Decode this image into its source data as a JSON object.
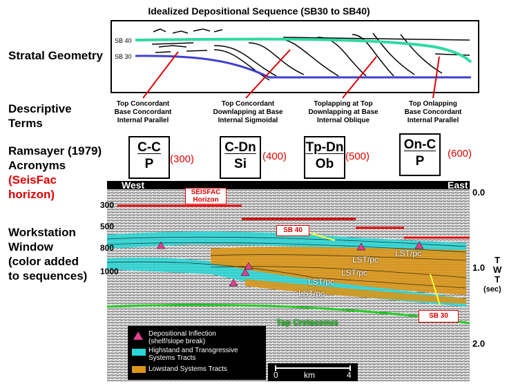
{
  "title": "Idealized Depositional Sequence (SB30 to SB40)",
  "row_labels": {
    "stratal_geometry": "Stratal Geometry",
    "descriptive_line1": "Descriptive",
    "descriptive_line2": "Terms",
    "ramsayer_line1": "Ramsayer (1979)",
    "ramsayer_line2": "Acronyms",
    "seisfac_line1": "(SeisFac",
    "seisfac_line2": "horizon)",
    "workstation_line1": "Workstation",
    "workstation_line2": "Window",
    "workstation_line3": "(color added",
    "workstation_line4": "to sequences)"
  },
  "diagram": {
    "sb40_label": "SB 40",
    "sb30_label": "SB 30"
  },
  "terms": [
    {
      "line1": "Top Concordant",
      "line2": "Base Concordant",
      "line3": "Internal Parallel"
    },
    {
      "line1": "Top Concordant",
      "line2": "Downlapping at Base",
      "line3": "Internal Sigmoidal"
    },
    {
      "line1": "Toplapping at Top",
      "line2": "Downlapping at Base",
      "line3": "Internal Oblique"
    },
    {
      "line1": "Top Onlapping",
      "line2": "Base Concordant",
      "line3": "Internal Parallel"
    }
  ],
  "acronyms": [
    {
      "top": "C-C",
      "bottom": "P",
      "horizon": "(300)"
    },
    {
      "top": "C-Dn",
      "bottom": "Si",
      "horizon": "(400)"
    },
    {
      "top": "Tp-Dn",
      "bottom": "Ob",
      "horizon": "(500)"
    },
    {
      "top": "On-C",
      "bottom": "P",
      "horizon": "(600)"
    }
  ],
  "seismic": {
    "west": "West",
    "east": "East",
    "seisfac_horizon_line1": "SEISFAC",
    "seisfac_horizon_line2": "Horizon",
    "sb40": "SB 40",
    "sb30": "SB 30",
    "horizons": [
      "300",
      "500",
      "800",
      "1000"
    ],
    "lst_labels": [
      "LST/pc",
      "LST/pc",
      "LST/pc",
      "LST/pc",
      "LST/pc"
    ],
    "top_cretaceous": "Top Cretaceous",
    "time_ticks": [
      "0.0",
      "1.0",
      "2.0"
    ],
    "twt": [
      "T",
      "W",
      "T"
    ],
    "twt_unit": "(sec)",
    "scale": {
      "zero": "0",
      "unit": "km",
      "four": "4"
    }
  },
  "legend": {
    "item1_line1": "Depositional Inflection",
    "item1_line2": "(shelf/slope break)",
    "item2_line1": "Highstand and Transgressive",
    "item2_line2": "Systems Tracts",
    "item3": "Lowstand Systems Tracts"
  },
  "colors": {
    "sb40_line": "#2fd9a4",
    "sb30_line": "#3f3fcf",
    "highstand": "#27d6d6",
    "lowstand": "#d9961a",
    "inflection": "#e2408f",
    "top_cretaceous": "#22cc22",
    "seisfac_red": "#e00000"
  }
}
